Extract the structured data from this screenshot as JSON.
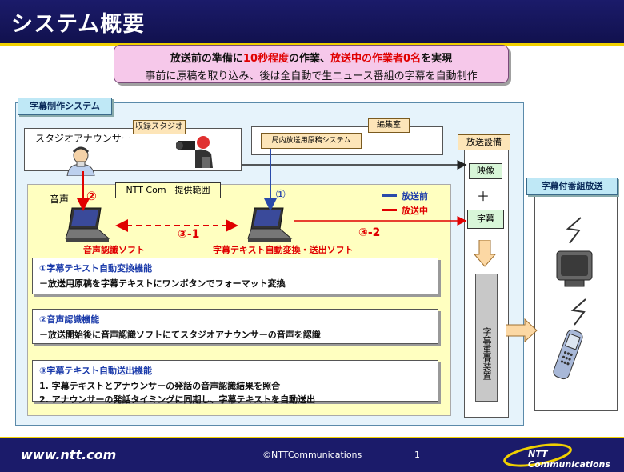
{
  "header": {
    "title": "システム概要"
  },
  "summary": {
    "line1_a": "放送前の準備に",
    "line1_b": "10秒程度",
    "line1_c": "の作業、",
    "line1_d": "放送中の作業者0名",
    "line1_e": "を実現",
    "line2": "事前に原稿を取り込み、後は全自動で生ニュース番組の字幕を自動制作"
  },
  "system": {
    "label": "字幕制作システム",
    "studio_announcer": "スタジオアナウンサー",
    "rec_studio": "収録スタジオ",
    "edit_room": "編集室",
    "manuscript_system": "局内放送用原稿システム",
    "ntt_range": "NTT Com　提供範囲",
    "audio": "音声",
    "marker_1": "①",
    "marker_2": "②",
    "marker_3_1": "③-1",
    "marker_3_2": "③-2",
    "legend_before": "放送前",
    "legend_during": "放送中",
    "soft_speech": "音声認識ソフト",
    "soft_text": "字幕テキスト自動変換・送出ソフト"
  },
  "features": [
    {
      "title": "①字幕テキスト自動変換機能",
      "text": "－放送用原稿を字幕テキストにワンボタンでフォーマット変換"
    },
    {
      "title": "②音声認識機能",
      "text": "－放送開始後に音声認識ソフトにてスタジオアナウンサーの音声を認識"
    },
    {
      "title": "③字幕テキスト自動送出機能",
      "text": "1. 字幕テキストとアナウンサーの発話の音声認識結果を照合",
      "text2": "2. アナウンサーの発話タイミングに同期し、字幕テキストを自動送出"
    }
  ],
  "broadcast": {
    "label": "放送設備",
    "video": "映像",
    "plus": "＋",
    "caption": "字幕",
    "overlay_device": "字幕重畳装置"
  },
  "program": {
    "label": "字幕付番組放送"
  },
  "footer": {
    "url": "www.ntt.com",
    "copyright": "©NTTCommunications",
    "page": "1",
    "brand": "NTT Communications"
  },
  "colors": {
    "header": "#1b1b6a",
    "accent": "#f0d000",
    "red": "#e00000",
    "blue": "#1a3aaa"
  }
}
